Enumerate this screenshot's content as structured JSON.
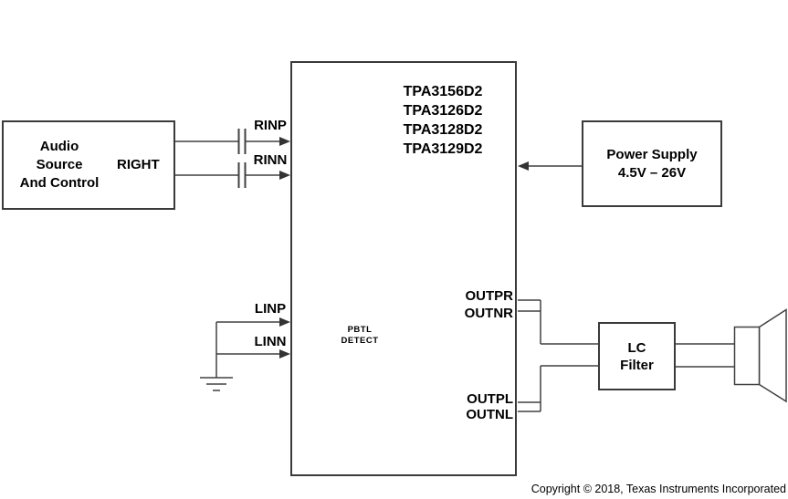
{
  "diagram": {
    "audio_source": {
      "label_lines": [
        "Audio",
        "Source",
        "And Control"
      ],
      "channel_label": "RIGHT"
    },
    "ic": {
      "part_numbers": [
        "TPA3156D2",
        "TPA3126D2",
        "TPA3128D2",
        "TPA3129D2"
      ]
    },
    "power_supply": {
      "line1": "Power Supply",
      "line2": "4.5V – 26V"
    },
    "pins": {
      "rinp": "RINP",
      "rinn": "RINN",
      "linp": "LINP",
      "linn": "LINN",
      "outpr": "OUTPR",
      "outnr": "OUTNR",
      "outpl": "OUTPL",
      "outnl": "OUTNL"
    },
    "pbtl_block": {
      "line1": "PBTL",
      "line2": "DETECT"
    },
    "lc_filter": {
      "line1": "LC",
      "line2": "Filter"
    },
    "icons": {
      "speaker": "speaker-icon",
      "ground": "ground-symbol",
      "capacitor": "capacitor-symbol",
      "arrowhead": "arrowhead-icon"
    },
    "colors": {
      "line": "#404040",
      "border": "#3a3a3a",
      "text": "#000000",
      "background": "#ffffff"
    },
    "footer": {
      "copyright": "Copyright © 2018, Texas Instruments Incorporated"
    }
  }
}
